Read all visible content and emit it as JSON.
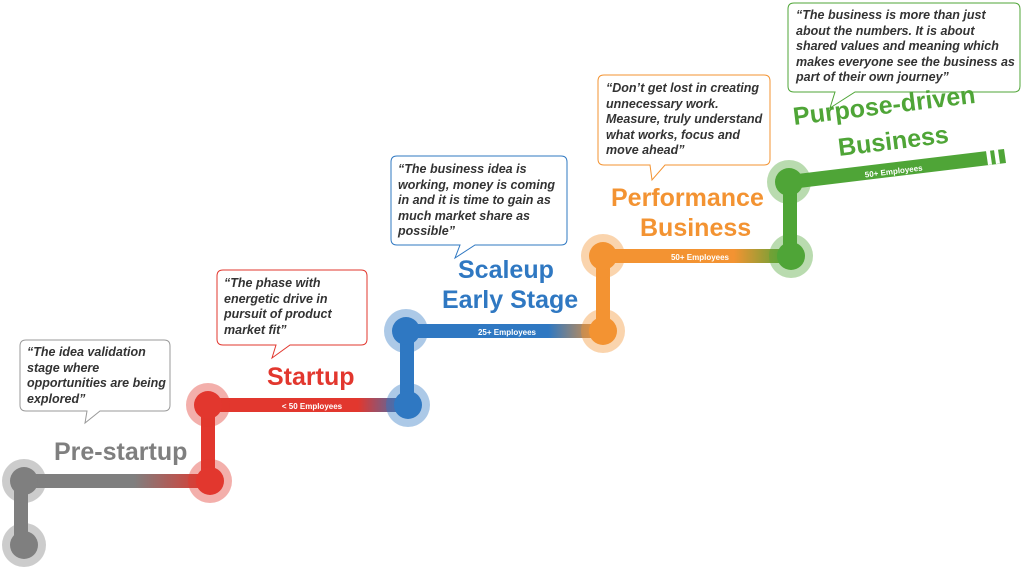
{
  "stages": [
    {
      "title": "Pre-startup",
      "quote": "“The idea validation stage where opportunities are being explored”",
      "employees": "",
      "color": "#7f7f7f"
    },
    {
      "title": "Startup",
      "quote": "“The phase with energetic drive in pursuit of product market fit”",
      "employees": "< 50 Employees",
      "color": "#e2372e"
    },
    {
      "title_lines": [
        "Scaleup",
        "Early Stage"
      ],
      "quote": "“The business idea is working, money is coming in and it is time to gain as much market share as possible”",
      "employees": "25+ Employees",
      "color": "#2f78c2"
    },
    {
      "title_lines": [
        "Performance",
        "Business"
      ],
      "quote": "“Don’t get lost in creating unnecessary work. Measure, truly understand what works, focus and move ahead”",
      "employees": "50+ Employees",
      "color": "#f39332"
    },
    {
      "title_lines": [
        "Purpose-driven",
        "Business"
      ],
      "quote": "“The business is more than just about the numbers. It is about shared values and meaning which makes everyone see the business as part of their own journey”",
      "employees": "50+ Employees",
      "color": "#4fa537"
    }
  ]
}
